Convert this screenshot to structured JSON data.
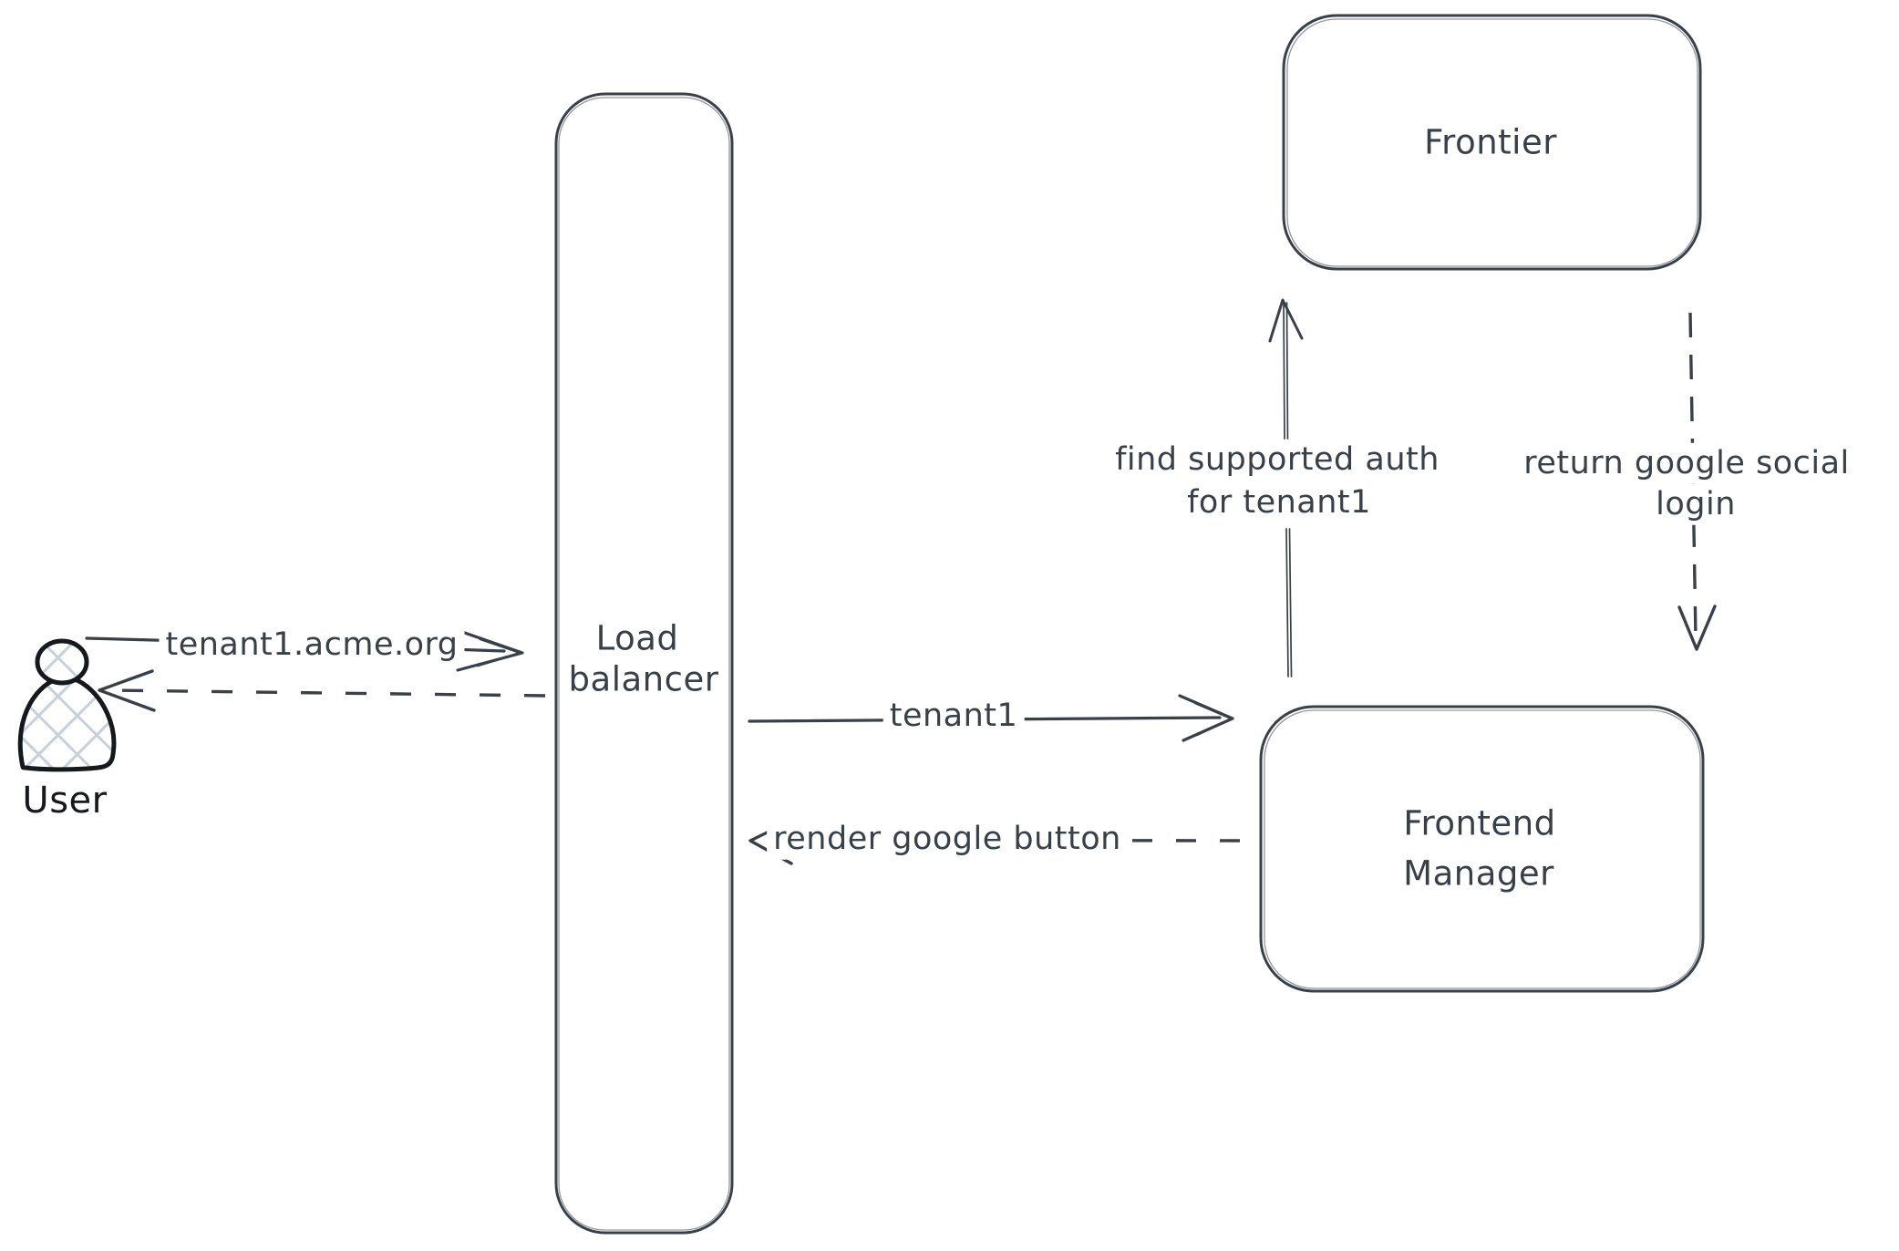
{
  "diagram": {
    "type": "sequence-architecture-sketch",
    "colors": {
      "background": "#ffffff",
      "stroke": "#3a4048",
      "user_stroke": "#15181c",
      "hatch_fill": "#c8d0da"
    },
    "nodes": {
      "user": {
        "label": "User",
        "shape": "person-figure"
      },
      "load_balancer": {
        "line1": "Load",
        "line2": "balancer",
        "shape": "tall-rounded-rect"
      },
      "frontier": {
        "label": "Frontier",
        "shape": "rounded-rect"
      },
      "frontend_manager": {
        "line1": "Frontend",
        "line2": "Manager",
        "shape": "rounded-rect"
      }
    },
    "edges": {
      "user_request": {
        "label": "tenant1.acme.org",
        "style": "solid",
        "from": "User",
        "to": "Load balancer"
      },
      "lb_response": {
        "label": "",
        "style": "dashed",
        "from": "Load balancer",
        "to": "User"
      },
      "lb_forward": {
        "label": "tenant1",
        "style": "solid",
        "from": "Load balancer",
        "to": "Frontend Manager"
      },
      "fm_render": {
        "label": "render google button",
        "style": "dashed",
        "from": "Frontend Manager",
        "to": "Load balancer"
      },
      "fm_query": {
        "line1": "find supported auth",
        "line2": "for tenant1",
        "style": "solid",
        "from": "Frontend Manager",
        "to": "Frontier"
      },
      "frontier_return": {
        "line1": "return google social",
        "line2": "login",
        "style": "dashed",
        "from": "Frontier",
        "to": "Frontend Manager"
      }
    }
  }
}
